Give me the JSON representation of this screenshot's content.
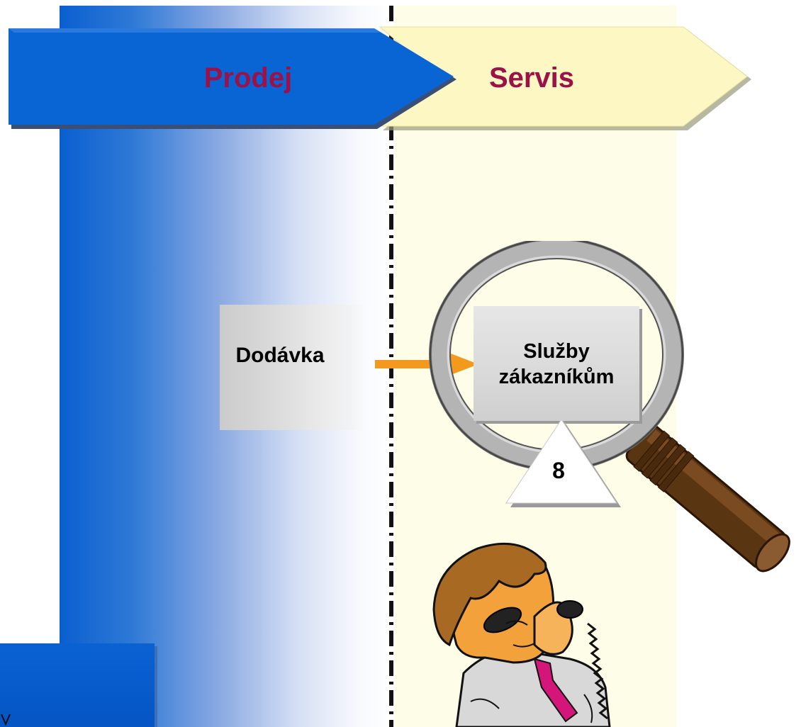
{
  "header": {
    "left_stage": "Prodej",
    "right_stage": "Servis"
  },
  "process": {
    "source_box": "Dodávka",
    "target_box_line1": "Služby",
    "target_box_line2": "zákazníkům",
    "step_number": "8"
  },
  "icons": {
    "magnifier": "magnifying-glass-icon",
    "person": "person-on-phone-icon",
    "arrow": "arrow-right-icon"
  },
  "colors": {
    "prodej_blue": "#0a62d2",
    "servis_yellow": "#fdf8c8",
    "label_color": "#9b1248",
    "arrow_orange": "#f39a1e"
  }
}
